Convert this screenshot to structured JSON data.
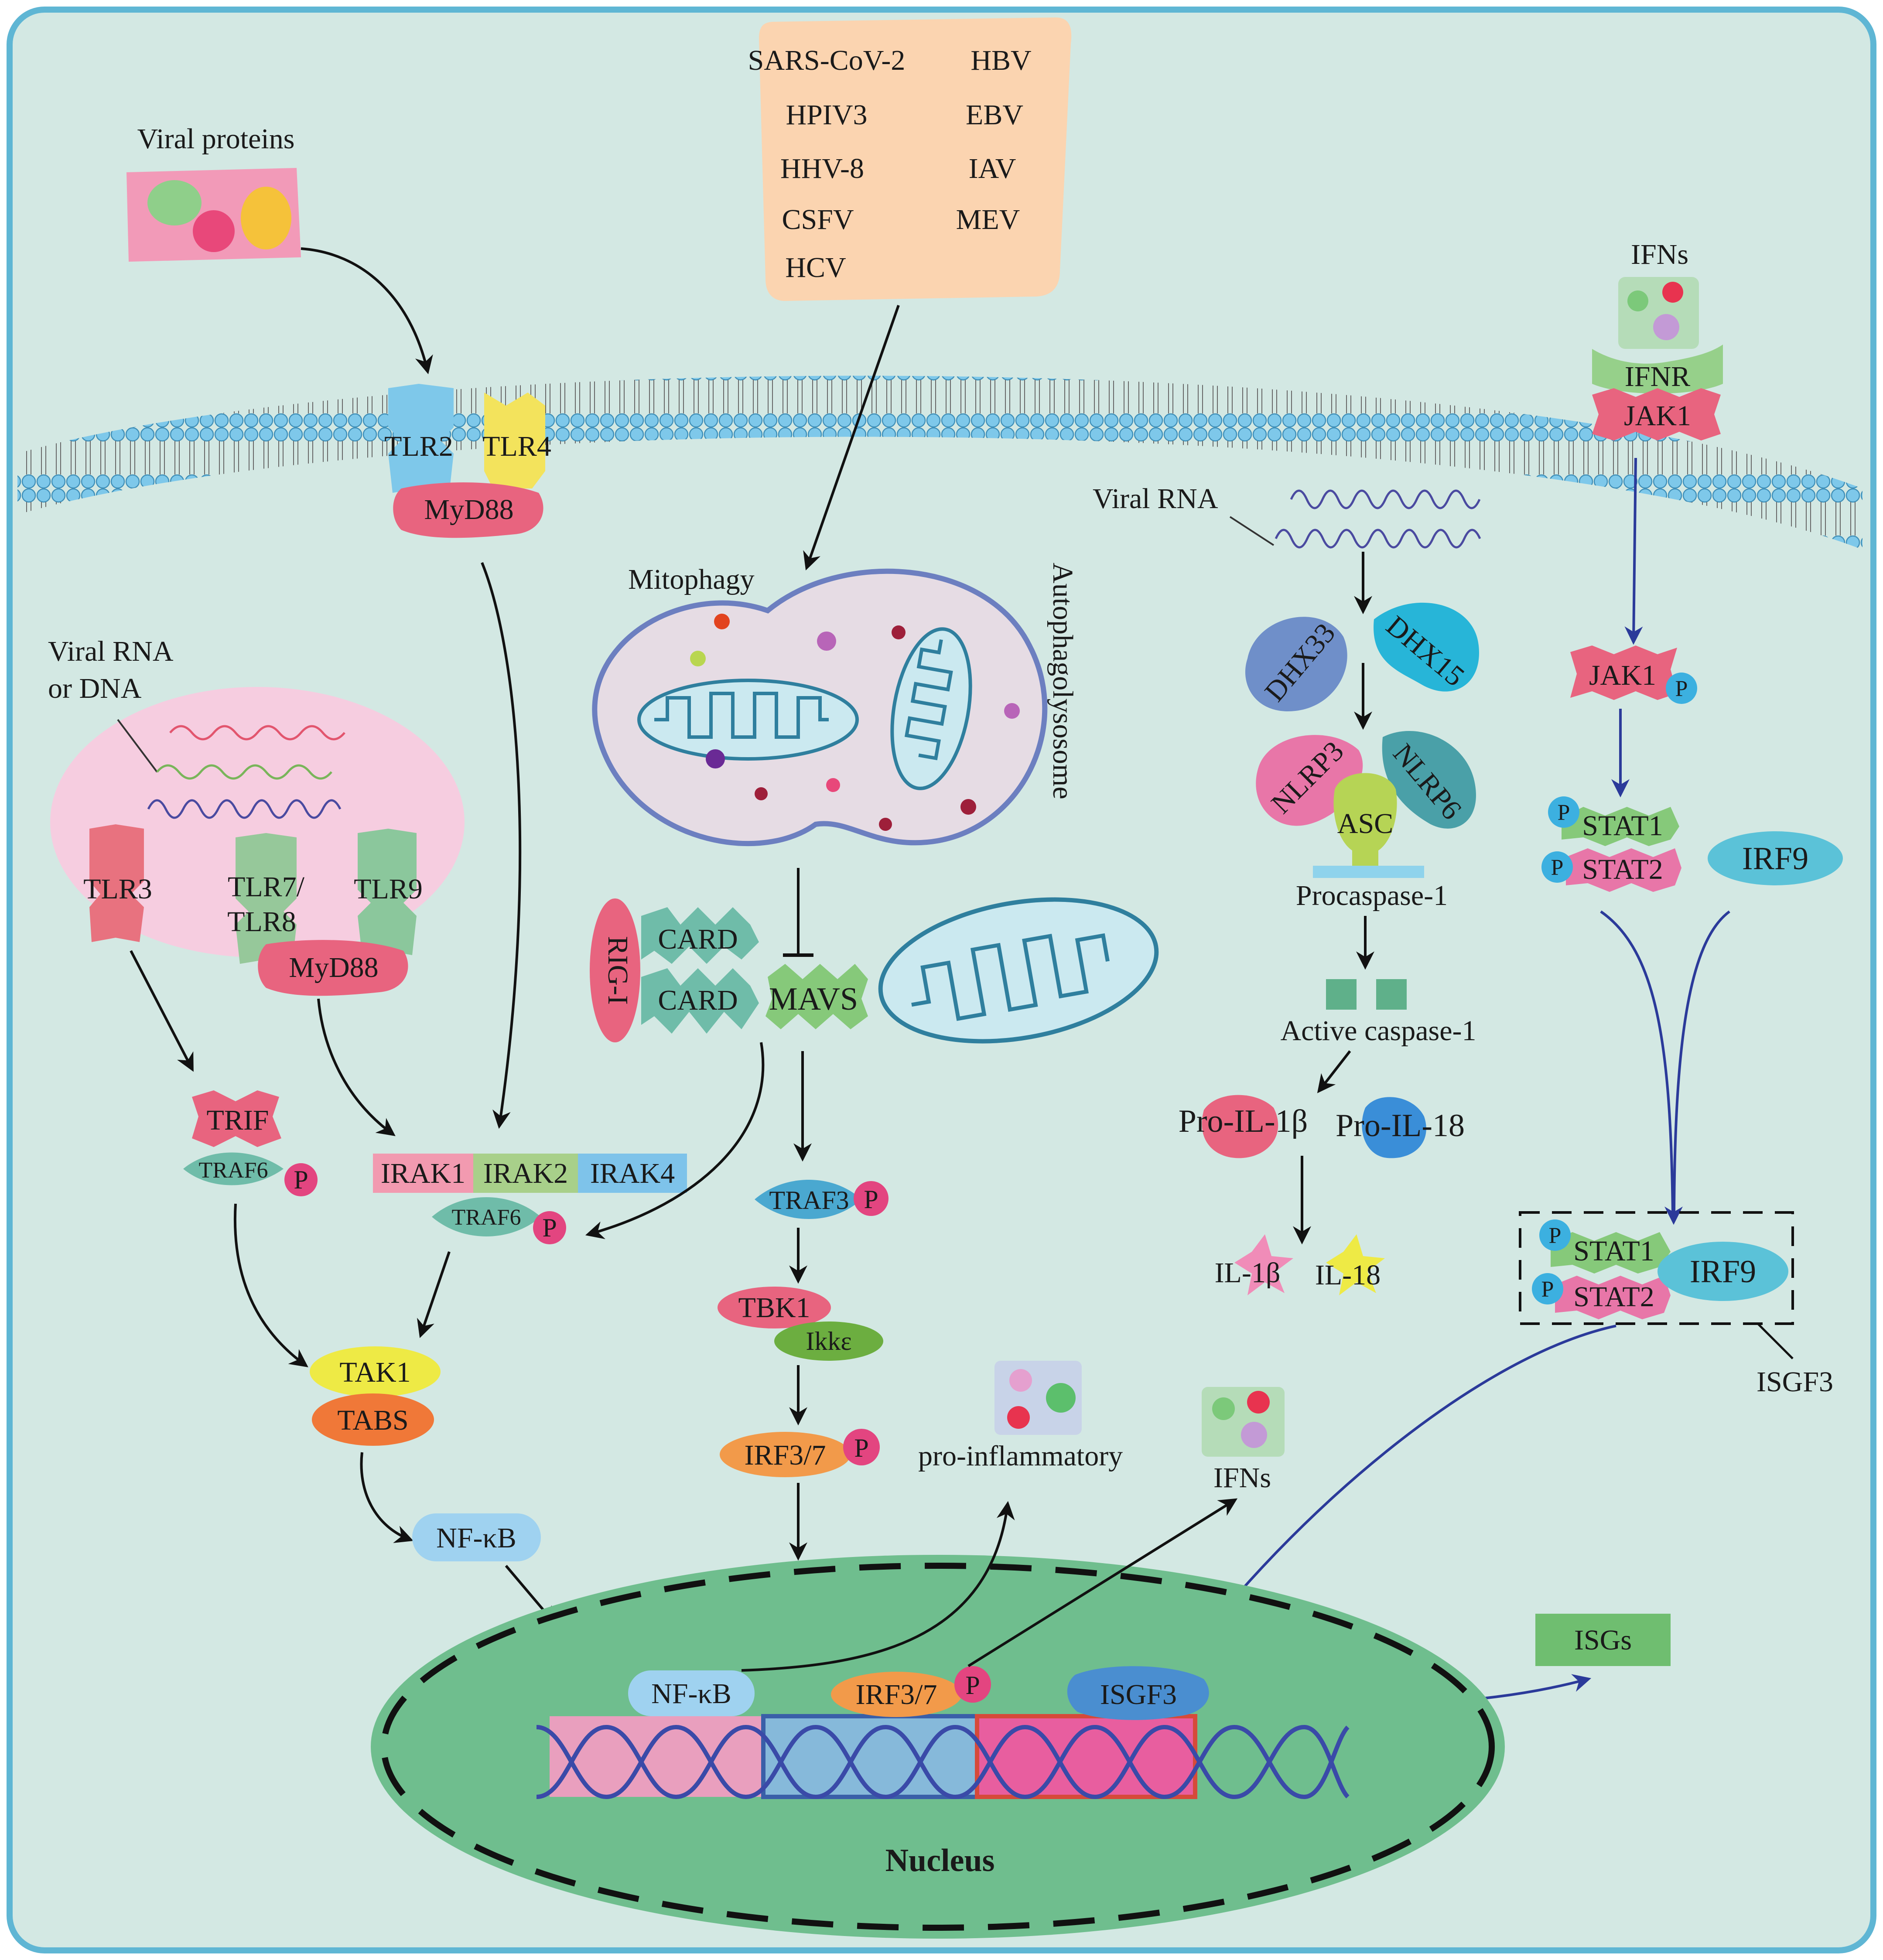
{
  "labels": {
    "viral_proteins": "Viral proteins",
    "viral_rna_dna_1": "Viral RNA",
    "viral_rna_dna_2": "or DNA",
    "viral_rna": "Viral RNA",
    "tlr2": "TLR2",
    "tlr4": "TLR4",
    "myd88_top": "MyD88",
    "tlr3": "TLR3",
    "tlr78_1": "TLR7/",
    "tlr78_2": "TLR8",
    "tlr9": "TLR9",
    "myd88_bottom": "MyD88",
    "trif": "TRIF",
    "traf6_left": "TRAF6",
    "irak1": "IRAK1",
    "irak2": "IRAK2",
    "irak4": "IRAK4",
    "traf6_mid": "TRAF6",
    "tak1": "TAK1",
    "tabs": "TABS",
    "nfkb_cyto": "NF-κB",
    "mitophagy": "Mitophagy",
    "autophagolysosome": "Autophagolysosome",
    "rig_i": "RIG-I",
    "card1": "CARD",
    "card2": "CARD",
    "mavs": "MAVS",
    "traf3": "TRAF3",
    "tbk1": "TBK1",
    "ikke": "Ikkε",
    "irf37_cyto": "IRF3/7",
    "pro_inflammatory": "pro-inflammatory",
    "ifns_mid": "IFNs",
    "dhx33": "DHX33",
    "dhx15": "DHX15",
    "nlrp3": "NLRP3",
    "nlrp6": "NLRP6",
    "asc": "ASC",
    "procaspase": "Procaspase-1",
    "active_caspase": "Active caspase-1",
    "pro_il1b": "Pro-IL-1β",
    "pro_il18": "Pro-IL-18",
    "il1b": "IL-1β",
    "il18": "IL-18",
    "ifns_top": "IFNs",
    "ifnr": "IFNR",
    "jak1_mem": "JAK1",
    "jak1_p": "JAK1",
    "stat1_a": "STAT1",
    "stat2_a": "STAT2",
    "irf9_a": "IRF9",
    "stat1_b": "STAT1",
    "stat2_b": "STAT2",
    "irf9_b": "IRF9",
    "isgf3_label": "ISGF3",
    "nfkb_nuc": "NF-κB",
    "irf37_nuc": "IRF3/7",
    "isgf3_nuc": "ISGF3",
    "isgs": "ISGs",
    "nucleus": "Nucleus",
    "phospho": "P"
  },
  "viruses": [
    "SARS-CoV-2",
    "HBV",
    "HPIV3",
    "EBV",
    "HHV-8",
    "IAV",
    "CSFV",
    "MEV",
    "HCV"
  ],
  "colors": {
    "cell_bg": "#d3e8e3",
    "cell_border": "#5fb6d4",
    "membrane_head": "#7ec8ea",
    "virus_box": "#fbd4b0",
    "endosome": "#f6cde0",
    "nucleus": "#6fbe8e",
    "pink": "#e8647f",
    "teal": "#5fb0a0",
    "green": "#86c99a",
    "yellow": "#eeea45",
    "orange": "#f07838",
    "blue": "#4aa3dc",
    "cyan_p": "#3cb0e0",
    "magenta_p": "#e34580"
  }
}
